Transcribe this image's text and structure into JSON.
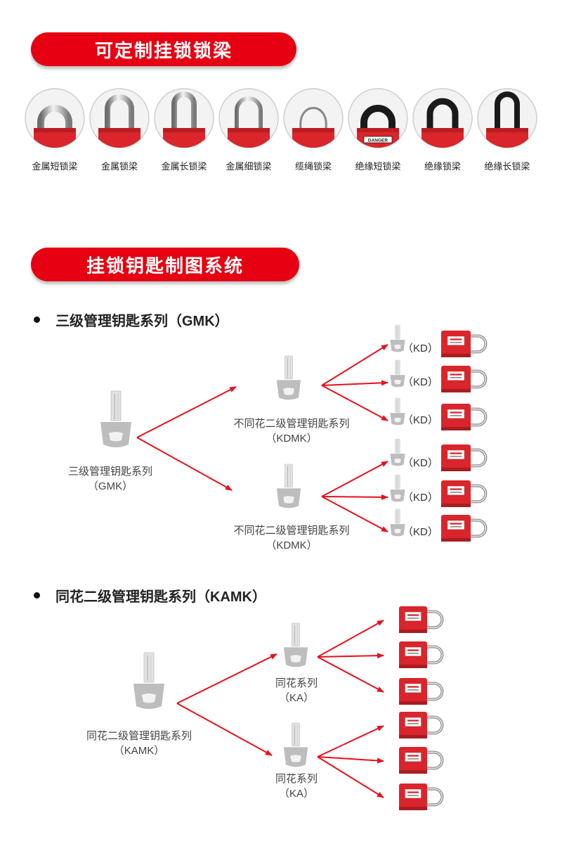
{
  "section1": {
    "title": "可定制挂锁锁梁",
    "shackles": [
      {
        "label": "金属短锁梁",
        "kind": "metal-short"
      },
      {
        "label": "金属锁梁",
        "kind": "metal"
      },
      {
        "label": "金属长锁梁",
        "kind": "metal-long"
      },
      {
        "label": "金属细锁梁",
        "kind": "metal-thin"
      },
      {
        "label": "缆绳锁梁",
        "kind": "cable"
      },
      {
        "label": "绝缘短锁梁",
        "kind": "insulated-short"
      },
      {
        "label": "绝缘锁梁",
        "kind": "insulated"
      },
      {
        "label": "绝缘长锁梁",
        "kind": "insulated-long"
      }
    ],
    "danger_text": "DANGER"
  },
  "section2": {
    "title": "挂锁钥匙制图系统",
    "gmk": {
      "heading": "三级管理钥匙系列（GMK）",
      "root_label_1": "三级管理钥匙系列",
      "root_label_2": "（GMK）",
      "branch_label_1": "不同花二级管理钥匙系列",
      "branch_label_2": "（KDMK）",
      "leaf_label": "（KD）"
    },
    "kamk": {
      "heading": "同花二级管理钥匙系列（KAMK）",
      "root_label_1": "同花二级管理钥匙系列",
      "root_label_2": "（KAMK）",
      "branch_label_1": "同花系列",
      "branch_label_2": "（KA）"
    }
  },
  "colors": {
    "brand_red": "#e60012",
    "arrow_red": "#e8101c",
    "key_gray": "#bdbdbd",
    "lock_red": "#d9252b"
  }
}
